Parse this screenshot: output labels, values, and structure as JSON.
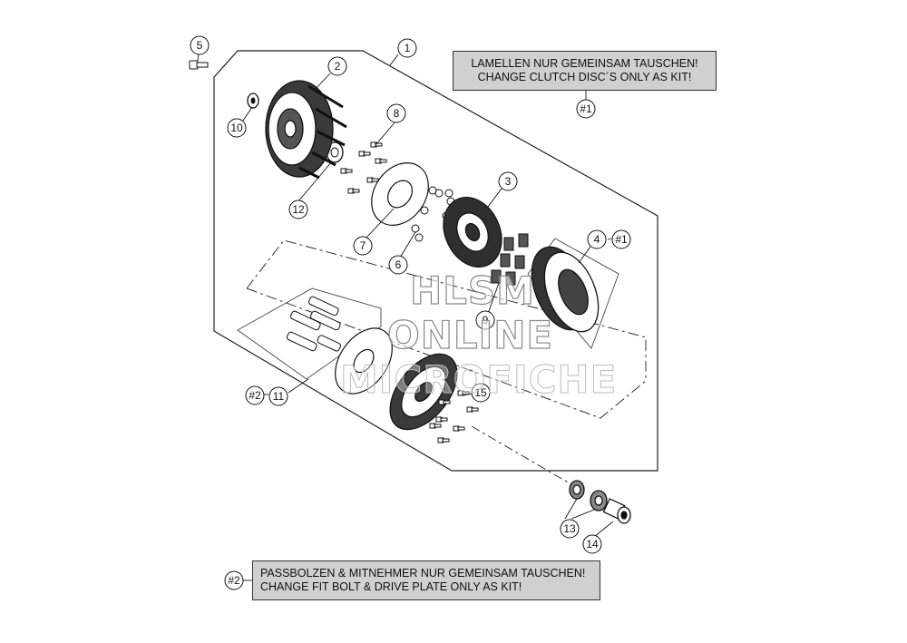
{
  "notes": {
    "kit1_line1": "LAMELLEN NUR GEMEINSAM TAUSCHEN!",
    "kit1_line2": "CHANGE CLUTCH DISC´S ONLY AS KIT!",
    "kit2_line1": "PASSBOLZEN & MITNEHMER NUR GEMEINSAM TAUSCHEN!",
    "kit2_line2": "CHANGE FIT BOLT & DRIVE PLATE ONLY AS KIT!"
  },
  "kit_tags": {
    "kit1": "#1",
    "kit2": "#2"
  },
  "part_numbers": {
    "p1": "1",
    "p2": "2",
    "p3": "3",
    "p4": "4",
    "p5": "5",
    "p6": "6",
    "p7": "7",
    "p8": "8",
    "p9": "9",
    "p10": "10",
    "p11": "11",
    "p12": "12",
    "p13": "13",
    "p14": "14",
    "p15": "15"
  },
  "watermark": {
    "line1": "HLSM",
    "line2": "ONLINE",
    "line3": "MICROFICHE"
  }
}
